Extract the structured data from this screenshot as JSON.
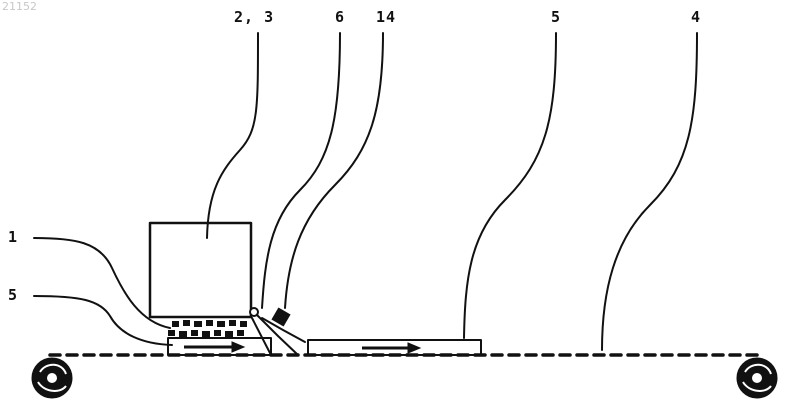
{
  "watermark": "21152",
  "labels": {
    "ref_2_3": "2, 3",
    "ref_6": "6",
    "ref_14": "14",
    "ref_5_top": "5",
    "ref_4": "4",
    "ref_1": "1",
    "ref_5_left": "5"
  },
  "colors": {
    "stroke": "#111111",
    "background": "#ffffff"
  }
}
